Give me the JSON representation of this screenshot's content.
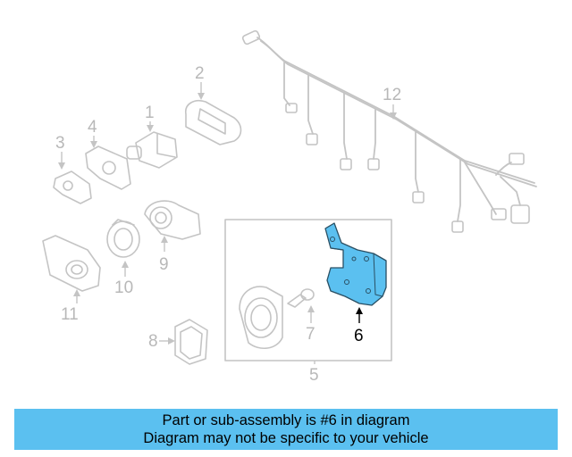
{
  "diagram": {
    "highlight_color": "#5bc0f0",
    "callouts": [
      "1",
      "2",
      "3",
      "4",
      "5",
      "6",
      "7",
      "8",
      "9",
      "10",
      "11",
      "12"
    ],
    "highlighted_part": "6"
  },
  "banner": {
    "line1": "Part or sub-assembly is #6 in diagram",
    "line2": "Diagram may not be specific to your vehicle",
    "background": "#5bc0f0"
  }
}
